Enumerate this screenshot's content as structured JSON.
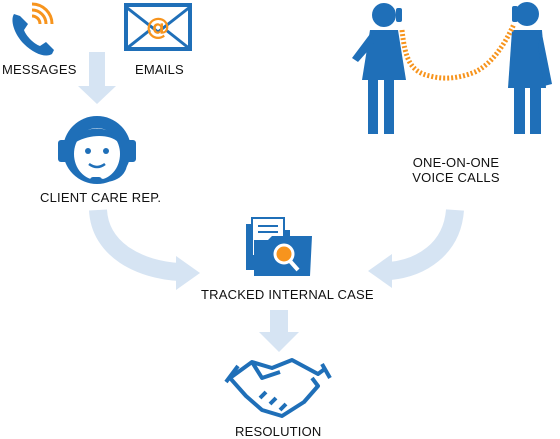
{
  "labels": {
    "messages": "MESSAGES",
    "emails": "EMAILS",
    "client_care": "CLIENT CARE REP.",
    "voice_line1": "ONE-ON-ONE",
    "voice_line2": "VOICE CALLS",
    "tracked": "TRACKED INTERNAL CASE",
    "resolution": "RESOLUTION"
  },
  "colors": {
    "primary": "#1f6fb8",
    "arrow": "#d6e4f3",
    "accent_orange": "#f7941d",
    "text": "#111111"
  },
  "icons": [
    "phone-icon",
    "email-icon",
    "headset-agent-icon",
    "phone-call-people-icon",
    "case-folder-icon",
    "handshake-icon"
  ]
}
